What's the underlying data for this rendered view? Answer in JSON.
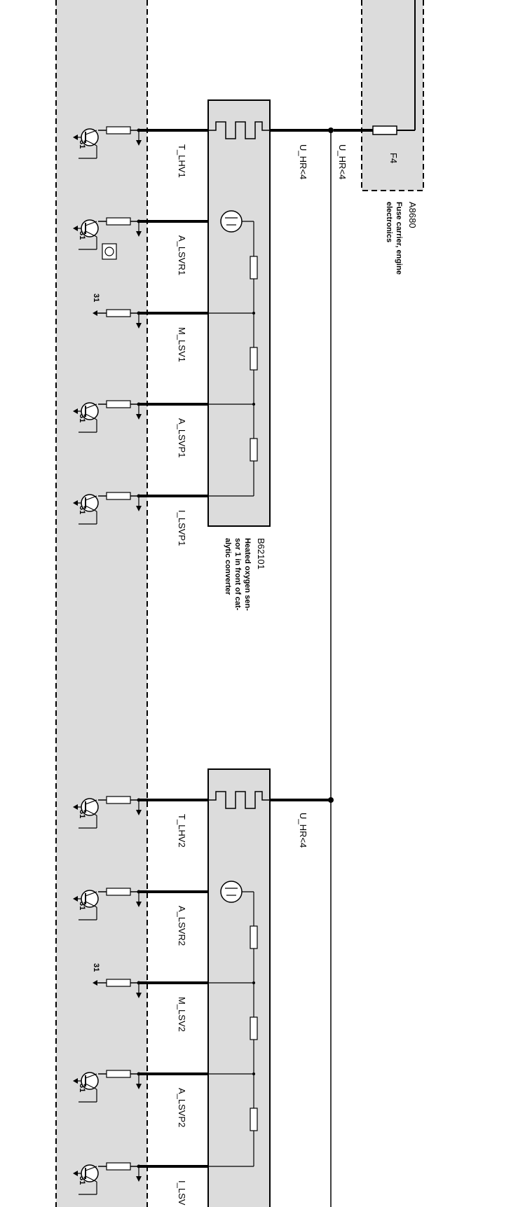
{
  "ecu_connector_labels": {
    "sensor1": [
      "T_LHV1",
      "A_LSVR1",
      "M_LSV1",
      "A_LSVP1",
      "I_LSVP1"
    ],
    "sensor2": [
      "T_LHV2",
      "A_LSVR2",
      "M_LSV2",
      "A_LSVP2",
      "I_LSV"
    ]
  },
  "ground_label": "31",
  "supply_labels": {
    "sensor1_heater": "U_HR<4",
    "bus": "U_HR<4",
    "sensor2_heater": "U_HR<4"
  },
  "fuse_carrier": {
    "id": "A8680",
    "name_line1": "Fuse carrier, engine",
    "name_line2": "electronics",
    "fuse": "F4"
  },
  "oxygen_sensor_1": {
    "id": "B62101",
    "name_line1": "Heated oxygen sen-",
    "name_line2": "sor 1 in front of cat-",
    "name_line3": "alytic converter"
  }
}
